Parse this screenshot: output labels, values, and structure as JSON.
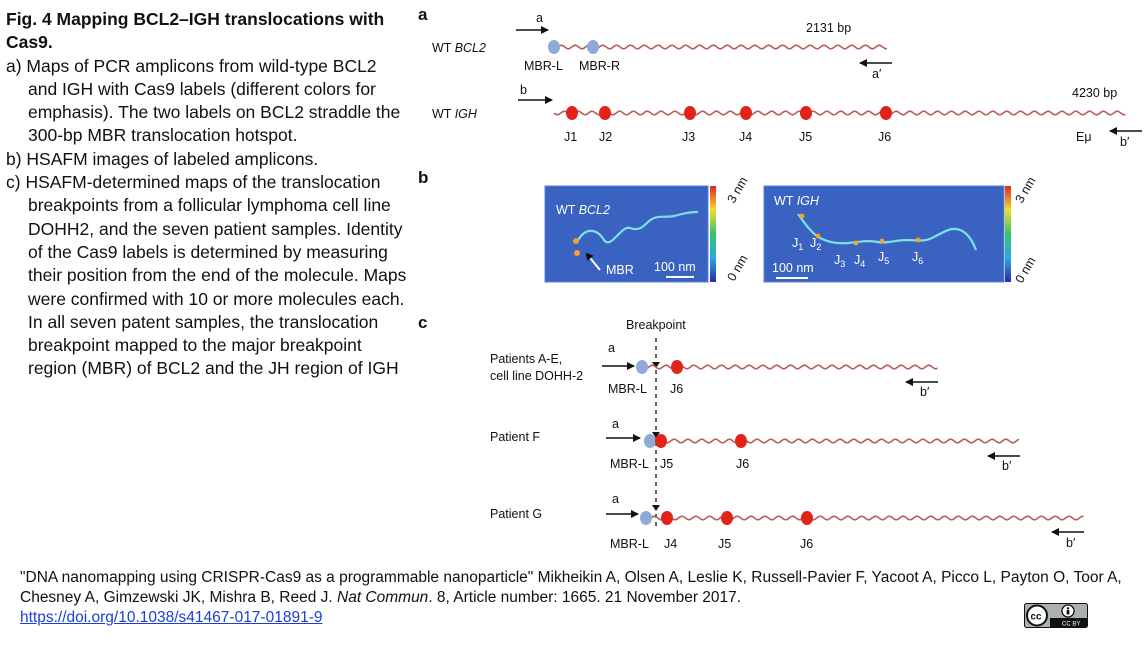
{
  "caption": {
    "title": "Fig. 4  Mapping BCL2–IGH translocations with Cas9.",
    "items": [
      "a) Maps of PCR amplicons from wild-type BCL2 and IGH with Cas9 labels (different colors for emphasis). The two labels on BCL2 straddle the 300-bp MBR translocation hotspot.",
      "b) HSAFM images of labeled amplicons.",
      "c) HSAFM-determined maps of the translocation breakpoints from a follicular lymphoma cell line DOHH2, and the seven patient samples. Identity of the Cas9 labels is determined by measuring their position from the end of the molecule. Maps were confirmed with 10 or more molecules each. In all seven patent samples, the translocation breakpoint mapped to the major breakpoint region (MBR) of BCL2 and the JH region of IGH"
    ]
  },
  "figure": {
    "panel_a": {
      "label": "a",
      "bcl2": {
        "name_prefix": "WT ",
        "name_gene": "BCL2",
        "length": "2131 bp",
        "primer_f": "a",
        "primer_r": "a′",
        "labels": [
          "MBR-L",
          "MBR-R"
        ]
      },
      "igh": {
        "name_prefix": "WT ",
        "name_gene": "IGH",
        "length": "4230 bp",
        "primer_f": "b",
        "primer_r": "b′",
        "labels": [
          "J1",
          "J2",
          "J3",
          "J4",
          "J5",
          "J6"
        ],
        "enhancer": "Eμ"
      }
    },
    "panel_b": {
      "label": "b",
      "img1": {
        "title_prefix": "WT ",
        "title_gene": "BCL2",
        "mbr": "MBR",
        "scale": "100 nm",
        "cb_top": "3 nm",
        "cb_bottom": "0 nm"
      },
      "img2": {
        "title_prefix": "WT ",
        "title_gene": "IGH",
        "scale": "100 nm",
        "cb_top": "3 nm",
        "cb_bottom": "0 nm",
        "j_labels": [
          {
            "main": "J",
            "sub": "1"
          },
          {
            "main": "J",
            "sub": "2"
          },
          {
            "main": "J",
            "sub": "3"
          },
          {
            "main": "J",
            "sub": "4"
          },
          {
            "main": "J",
            "sub": "5"
          },
          {
            "main": "J",
            "sub": "6"
          }
        ]
      }
    },
    "panel_c": {
      "label": "c",
      "breakpoint": "Breakpoint",
      "rows": [
        {
          "name_line1": "Patients A-E,",
          "name_line2": "cell line DOHH-2",
          "primer_f": "a",
          "primer_r": "b′",
          "labels": [
            "MBR-L",
            "J6"
          ]
        },
        {
          "name_line1": "Patient F",
          "primer_f": "a",
          "primer_r": "b′",
          "labels": [
            "MBR-L",
            "J5",
            "J6"
          ]
        },
        {
          "name_line1": "Patient G",
          "primer_f": "a",
          "primer_r": "b′",
          "labels": [
            "MBR-L",
            "J4",
            "J5",
            "J6"
          ]
        }
      ]
    }
  },
  "citation": {
    "text_before": "\"DNA nanomapping using CRISPR-Cas9 as a programmable nanoparticle\" Mikheikin A, Olsen A, Leslie K, Russell-Pavier F, Yacoot A, Picco L, Payton O, Toor A, Chesney A, Gimzewski JK, Mishra B, Reed J. ",
    "journal": "Nat Commun",
    "text_after": ". 8, Article number: 1665. 21 November 2017.",
    "doi": "https://doi.org/10.1038/s41467-017-01891-9",
    "license_badge": "CC BY"
  },
  "colors": {
    "dna": "#b85c5c",
    "cas9_red": "#e2231a",
    "cas9_blue": "#8fa9d9",
    "afm_bg": "#3a62c0",
    "link": "#1a3fd6"
  }
}
